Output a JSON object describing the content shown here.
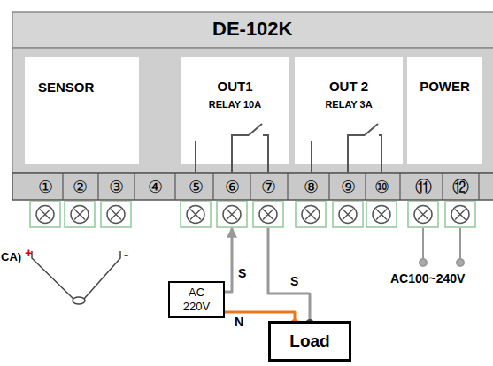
{
  "diagram": {
    "title": "DE-102K",
    "nodes": [
      {
        "text": [
          "SENSOR"
        ]
      },
      {
        "text": [
          "OUT1",
          "RELAY 10A"
        ]
      },
      {
        "text": [
          "OUT 2",
          "RELAY 3A"
        ]
      },
      {
        "text": [
          "POWER"
        ]
      },
      {
        "text": [
          "①"
        ]
      },
      {
        "text": [
          "②"
        ]
      },
      {
        "text": [
          "③"
        ]
      },
      {
        "text": [
          "④"
        ]
      },
      {
        "text": [
          "⑤"
        ]
      },
      {
        "text": [
          "⑥"
        ]
      },
      {
        "text": [
          "⑦"
        ]
      },
      {
        "text": [
          "⑧"
        ]
      },
      {
        "text": [
          "⑨"
        ]
      },
      {
        "text": [
          "⑩"
        ]
      },
      {
        "text": [
          "⑪"
        ]
      },
      {
        "text": [
          "⑫"
        ]
      },
      {
        "text": [
          "AC 220V"
        ]
      },
      {
        "text": [
          "Load"
        ]
      }
    ],
    "edges": [
      {
        "from": 16,
        "to": 9,
        "label": "S",
        "arrow": "to"
      },
      {
        "from": 10,
        "to": 17,
        "label": "S",
        "arrow": "none"
      },
      {
        "from": 16,
        "to": 17,
        "label": "N",
        "arrow": "none"
      }
    ],
    "labels": [
      "CA)",
      "+",
      "-",
      "AC100~240V"
    ]
  }
}
